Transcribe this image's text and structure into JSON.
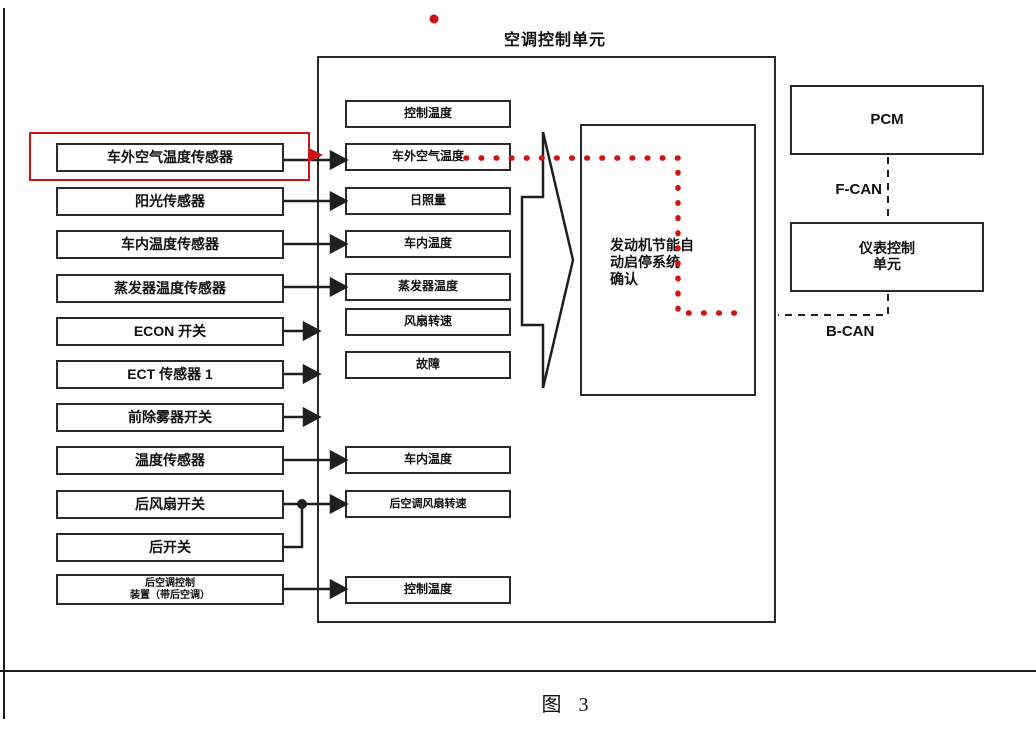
{
  "page": {
    "figure_label": "图 3"
  },
  "diagram": {
    "title": "空调控制单元",
    "left_boxes": [
      {
        "label": "车外空气温度传感器",
        "highlighted": true
      },
      {
        "label": "阳光传感器"
      },
      {
        "label": "车内温度传感器"
      },
      {
        "label": "蒸发器温度传感器"
      },
      {
        "label": "ECON 开关"
      },
      {
        "label": "ECT 传感器 1"
      },
      {
        "label": "前除雾器开关"
      },
      {
        "label": "温度传感器"
      },
      {
        "label": "后风扇开关"
      },
      {
        "label": "后开关"
      },
      {
        "label": "后空调控制\n装置（带后空调）"
      }
    ],
    "input_boxes": [
      "控制温度",
      "车外空气温度",
      "日照量",
      "车内温度",
      "蒸发器温度",
      "风扇转速",
      "故障",
      "车内温度",
      "后空调风扇转速",
      "控制温度"
    ],
    "center_box": {
      "label": "发动机节能自\n动启停系统\n确认"
    },
    "right": {
      "pcm": "PCM",
      "meter_unit": "仪表控制\n单元",
      "f_can": "F-CAN",
      "b_can": "B-CAN"
    },
    "colors": {
      "highlight_red": "#cc1414",
      "line_black": "#1f1f1f"
    }
  }
}
